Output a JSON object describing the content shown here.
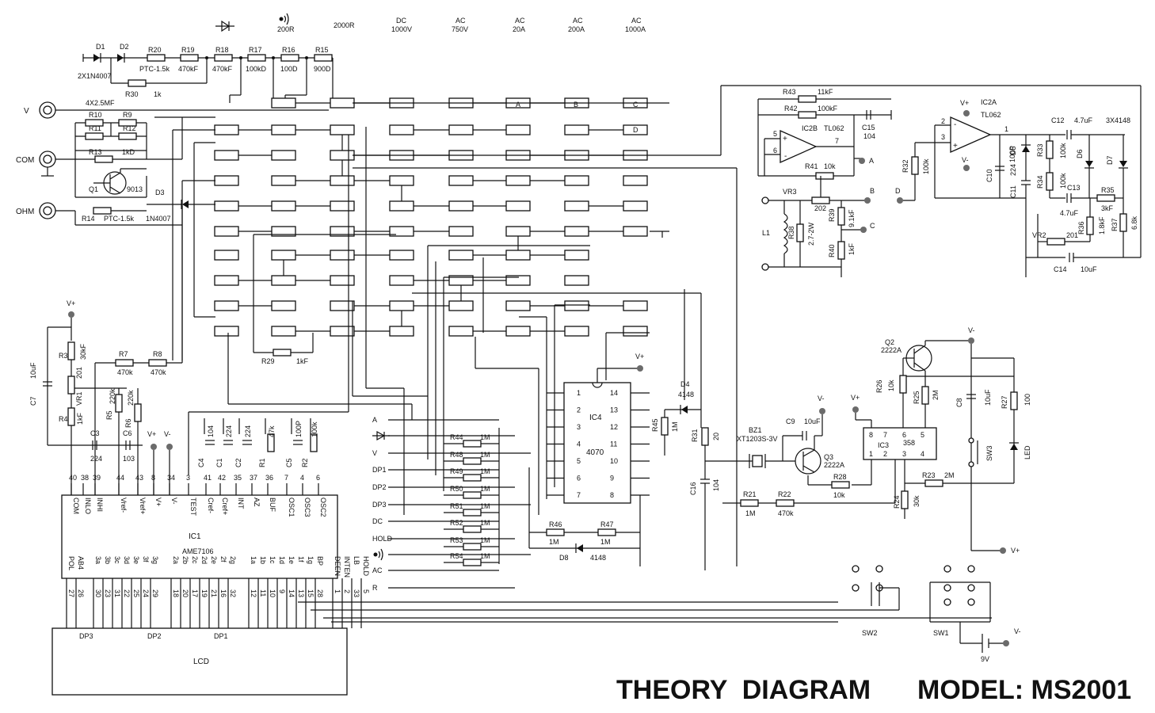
{
  "title": {
    "text": "THEORY  DIAGRAM",
    "model": "MODEL: MS2001"
  },
  "ranges": [
    "200R",
    "2000R",
    "DC",
    "1000V",
    "AC",
    "750V",
    "AC",
    "20A",
    "AC",
    "200A",
    "AC",
    "1000A"
  ],
  "inputs": {
    "v": "V",
    "com": "COM",
    "ohm": "OHM"
  },
  "top_chain": [
    {
      "ref": "D1",
      "val": ""
    },
    {
      "ref": "D2",
      "val": "2X1N4007"
    },
    {
      "ref": "R20",
      "val": "PTC-1.5k"
    },
    {
      "ref": "R19",
      "val": "470kF"
    },
    {
      "ref": "R18",
      "val": "470kF"
    },
    {
      "ref": "R17",
      "val": "100kD"
    },
    {
      "ref": "R16",
      "val": "100D"
    },
    {
      "ref": "R15",
      "val": "900D"
    }
  ],
  "input_parts": {
    "r30": "R30",
    "r30v": "1k",
    "fuse": "4X2.5MF",
    "r10": "R10",
    "r9": "R9",
    "r11": "R11",
    "r12": "R12",
    "r13": "R13",
    "r13v": "1kD",
    "q1": "Q1",
    "q1v": "9013",
    "d3": "D3",
    "d3v": "1N4007",
    "r14": "R14",
    "r14v": "PTC-1.5k"
  },
  "switch_letters": {
    "a": "A",
    "b": "B",
    "c": "C",
    "d": "D"
  },
  "left_parts": {
    "vplus": "V+",
    "r3": "R3",
    "r3v": "30kF",
    "c7": "C7",
    "c7v": "10uF",
    "vr1": "VR1",
    "vr1v": "201",
    "r4": "R4",
    "r4v": "1kF",
    "r7": "R7",
    "r7v": "470k",
    "r8": "R8",
    "r8v": "470k",
    "r5": "R5",
    "r5v": "220k",
    "r6": "R6",
    "r6v": "220k",
    "c3": "C3",
    "c3v": "224",
    "c6": "C6",
    "c6v": "103",
    "r29": "R29",
    "r29v": "1kF"
  },
  "ic1": {
    "name": "IC1",
    "part": "AME7106",
    "top_pins": [
      "COM",
      "INLO",
      "INHI",
      "Vref-",
      "Vref+",
      "V+",
      "V-",
      "TEST",
      "Cref-",
      "Cref+",
      "INT",
      "AZ",
      "BUF",
      "OSC1",
      "OSC3",
      "OSC2"
    ],
    "top_nums": [
      "40",
      "38",
      "39",
      "44",
      "43",
      "8",
      "34",
      "3",
      "41",
      "42",
      "35",
      "37",
      "36",
      "7",
      "4",
      "6"
    ],
    "top_caps": [
      "104",
      "224",
      "224",
      "47k",
      "100P",
      "100k"
    ],
    "top_cap_refs": [
      "C4",
      "C1",
      "C2",
      "R1",
      "C5",
      "R2"
    ],
    "bot_pins": [
      "POL",
      "AB4",
      "3a",
      "3b",
      "3c",
      "3d",
      "3e",
      "3f",
      "3g",
      "2a",
      "2b",
      "2c",
      "2d",
      "2e",
      "2f",
      "2g",
      "1a",
      "1b",
      "1c",
      "1d",
      "1e",
      "1f",
      "1g",
      "BP",
      "DEEN",
      "INTEN",
      "LB",
      "HOLD"
    ],
    "bot_nums": [
      "27",
      "26",
      "30",
      "23",
      "31",
      "22",
      "25",
      "24",
      "29",
      "18",
      "20",
      "17",
      "19",
      "21",
      "16",
      "32",
      "12",
      "11",
      "10",
      "9",
      "14",
      "13",
      "15",
      "28",
      "1",
      "2",
      "33",
      "5"
    ],
    "vplus": "V+",
    "vminus": "V-"
  },
  "lcd": {
    "label": "LCD",
    "dp3": "DP3",
    "dp2": "DP2",
    "dp1": "DP1"
  },
  "logic": {
    "labels": [
      "A",
      "",
      "V",
      "DP1",
      "DP2",
      "DP3",
      "DC",
      "HOLD",
      "",
      "AC",
      "R"
    ],
    "resistors": [
      {
        "ref": "R44",
        "val": "1M"
      },
      {
        "ref": "R48",
        "val": "1M"
      },
      {
        "ref": "R49",
        "val": "1M"
      },
      {
        "ref": "R50",
        "val": "1M"
      },
      {
        "ref": "R51",
        "val": "1M"
      },
      {
        "ref": "R52",
        "val": "1M"
      },
      {
        "ref": "R53",
        "val": "1M"
      },
      {
        "ref": "R54",
        "val": "1M"
      }
    ],
    "ic4": "IC4",
    "ic4v": "4070",
    "ic4_left": [
      "1",
      "2",
      "3",
      "4",
      "5",
      "6",
      "7"
    ],
    "ic4_right": [
      "14",
      "13",
      "12",
      "11",
      "10",
      "9",
      "8"
    ],
    "r46": "R46",
    "r46v": "1M",
    "r47": "R47",
    "r47v": "1M",
    "d8": "D8",
    "d8v": "4148",
    "vplus": "V+",
    "d4": "D4",
    "d4v": "4148",
    "r45": "R45",
    "r45v": "1M",
    "r31": "R31",
    "r31v": "20",
    "c16": "C16",
    "c16v": "104"
  },
  "ac": {
    "r43": "R43",
    "r43v": "11kF",
    "r42": "R42",
    "r42v": "100kF",
    "c15": "C15",
    "c15v": "104",
    "ic2b": "IC2B",
    "ic2bv": "TL062",
    "p5": "5",
    "p6": "6",
    "p7": "7",
    "r41": "R41",
    "r41v": "10k",
    "vr3": "VR3",
    "vr3v": "202",
    "r39": "R39",
    "r39v": "9.1kF",
    "l1": "L1",
    "r38": "R38",
    "r38v": "2.7-2W",
    "r40": "R40",
    "r40v": "1kF",
    "a": "A",
    "b": "B",
    "c": "C",
    "vp": "V+",
    "vm": "V-",
    "ic2a": "IC2A",
    "ic2av": "TL062",
    "p2": "2",
    "p3": "3",
    "p1": "1",
    "r32": "R32",
    "r32v": "100k",
    "d": "D",
    "c10": "C10",
    "c10v": "100P",
    "c11": "C11",
    "c11v": "224",
    "c12": "C12",
    "c12v": "4.7uF",
    "d5": "D5",
    "r33": "R33",
    "r33v": "100k",
    "d6": "D6",
    "d7": "D7",
    "d7v": "3X4148",
    "r34": "R34",
    "r34v": "100k",
    "c13": "C13",
    "c13v": "4.7uF",
    "r35": "R35",
    "r35v": "3kF",
    "vr2": "VR2",
    "vr2v": "201",
    "r36": "R36",
    "r36v": "1.8kF",
    "r37": "R37",
    "r37v": "6.8k",
    "c14": "C14",
    "c14v": "10uF"
  },
  "power": {
    "q2": "Q2",
    "q2v": "2222A",
    "vm": "V-",
    "vp": "V+",
    "r26": "R26",
    "r26v": "10k",
    "r25": "R25",
    "r25v": "2M",
    "c8": "C8",
    "c8v": "10uF",
    "r27": "R27",
    "r27v": "100",
    "c9": "C9",
    "c9v": "10uF",
    "bz1": "BZ1",
    "bz1v": "XT1203S-3V",
    "q3": "Q3",
    "q3v": "2222A",
    "ic3": "IC3",
    "ic3v": "358",
    "ic3p": [
      "8",
      "7",
      "6",
      "5",
      "1",
      "2",
      "3",
      "4"
    ],
    "r28": "R28",
    "r28v": "10k",
    "sw3": "SW3",
    "led": "LED",
    "r23": "R23",
    "r23v": "2M",
    "r24": "R24",
    "r24v": "30k",
    "r21": "R21",
    "r21v": "1M",
    "r22": "R22",
    "r22v": "470k",
    "sw2": "SW2",
    "sw1": "SW1",
    "bat": "9V",
    "vp2": "V+",
    "vm2": "V-"
  }
}
